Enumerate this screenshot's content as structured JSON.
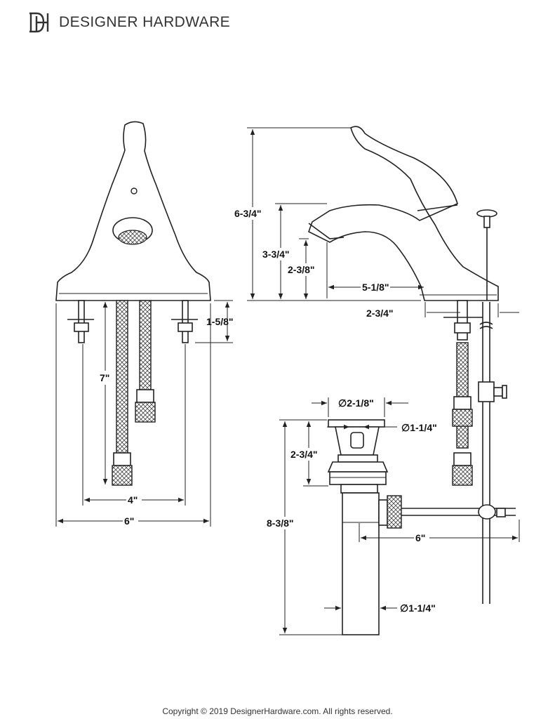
{
  "header": {
    "logo_icon": "dh-monogram-icon",
    "brand": "DESIGNER HARDWARE"
  },
  "front_view": {
    "dim_7": "7\"",
    "dim_1_5_8": "1-5/8\"",
    "dim_4": "4\"",
    "dim_6": "6\""
  },
  "side_view": {
    "dim_6_3_4": "6-3/4\"",
    "dim_3_3_4": "3-3/4\"",
    "dim_2_3_8": "2-3/8\"",
    "dim_5_1_8": "5-1/8\"",
    "dim_2_3_4": "2-3/4\""
  },
  "drain_view": {
    "dim_dia_2_1_8": "∅2-1/8\"",
    "dim_dia_1_1_4_top": "∅1-1/4\"",
    "dim_2_3_4": "2-3/4\"",
    "dim_8_3_8": "8-3/8\"",
    "dim_6": "6\"",
    "dim_dia_1_1_4_bottom": "∅1-1/4\""
  },
  "footer": {
    "copyright": "Copyright © 2019 DesignerHardware.com. All rights reserved."
  },
  "colors": {
    "line": "#222222",
    "background": "#ffffff"
  }
}
